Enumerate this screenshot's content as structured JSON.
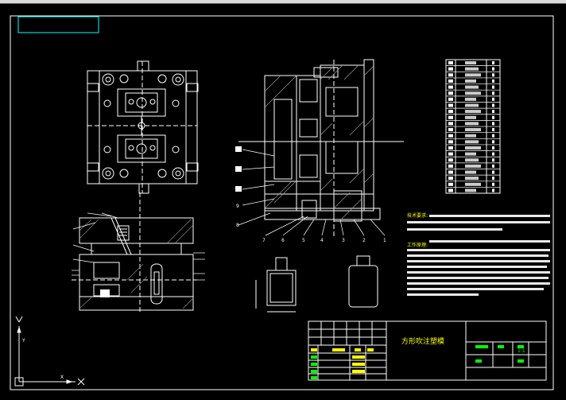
{
  "drawing": {
    "title": "方形吹注塑模",
    "colors": {
      "background": "#000000",
      "line": "#ffffff",
      "title_text": "#ffffff",
      "annotation_text": "#ffff00",
      "table_text": "#00ff00",
      "frame_accent": "#00ffff"
    }
  },
  "section_labels": [
    "7",
    "6",
    "5",
    "4",
    "3",
    "2",
    "1"
  ],
  "left_labels": [
    "9",
    "8"
  ],
  "notes": {
    "heading_1": "技术要求:",
    "heading_2": "工作原理:"
  },
  "title_block": {
    "sheet_label": "1:1"
  },
  "ucs": {
    "y_axis": "Y",
    "x_axis": "X"
  }
}
